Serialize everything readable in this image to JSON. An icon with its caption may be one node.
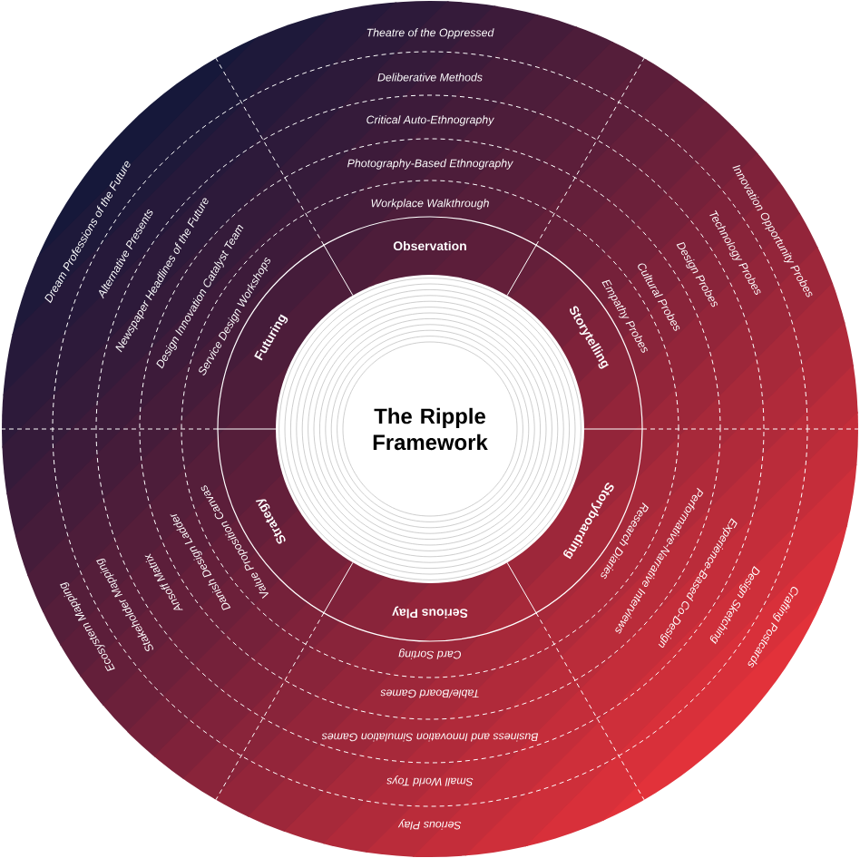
{
  "diagram": {
    "nodes": [
      {
        "text": [
          "The Ripple Framework"
        ]
      },
      {
        "text": [
          "Observation"
        ]
      },
      {
        "text": [
          "Workplace Walkthrough"
        ]
      },
      {
        "text": [
          "Photography-Based Ethnography"
        ]
      },
      {
        "text": [
          "Critical Auto-Ethnography"
        ]
      },
      {
        "text": [
          "Deliberative Methods"
        ]
      },
      {
        "text": [
          "Theatre of the Oppressed"
        ]
      },
      {
        "text": [
          "Storytelling"
        ]
      },
      {
        "text": [
          "Empathy Probes"
        ]
      },
      {
        "text": [
          "Cultural Probes"
        ]
      },
      {
        "text": [
          "Design Probes"
        ]
      },
      {
        "text": [
          "Technology Probes"
        ]
      },
      {
        "text": [
          "Innovation Opportunity Probes"
        ]
      },
      {
        "text": [
          "Storyboarding"
        ]
      },
      {
        "text": [
          "Research Diaries"
        ]
      },
      {
        "text": [
          "Performative-Narrative Interviews"
        ]
      },
      {
        "text": [
          "Experience-Based Co-Design"
        ]
      },
      {
        "text": [
          "Design Sketching"
        ]
      },
      {
        "text": [
          "Crafting Postcards"
        ]
      },
      {
        "text": [
          "Serious Play"
        ]
      },
      {
        "text": [
          "Card Sorting"
        ]
      },
      {
        "text": [
          "Table/Board Games"
        ]
      },
      {
        "text": [
          "Business and Innovation Simulation Games"
        ]
      },
      {
        "text": [
          "Small World Toys"
        ]
      },
      {
        "text": [
          "Serious Play"
        ]
      },
      {
        "text": [
          "Strategy"
        ]
      },
      {
        "text": [
          "Value Proposition Canvas"
        ]
      },
      {
        "text": [
          "Danish Design Ladder"
        ]
      },
      {
        "text": [
          "Ansoff Matrix"
        ]
      },
      {
        "text": [
          "Stakeholder Mapping"
        ]
      },
      {
        "text": [
          "Ecosystem Mapping"
        ]
      },
      {
        "text": [
          "Futuring"
        ]
      },
      {
        "text": [
          "Service Design Workshops"
        ]
      },
      {
        "text": [
          "Design Innovation Catalyst Team"
        ]
      },
      {
        "text": [
          "Newspaper Headlines of the Future"
        ]
      },
      {
        "text": [
          "Alternative Presents"
        ]
      },
      {
        "text": [
          "Dream Professions of the Future"
        ]
      }
    ]
  }
}
